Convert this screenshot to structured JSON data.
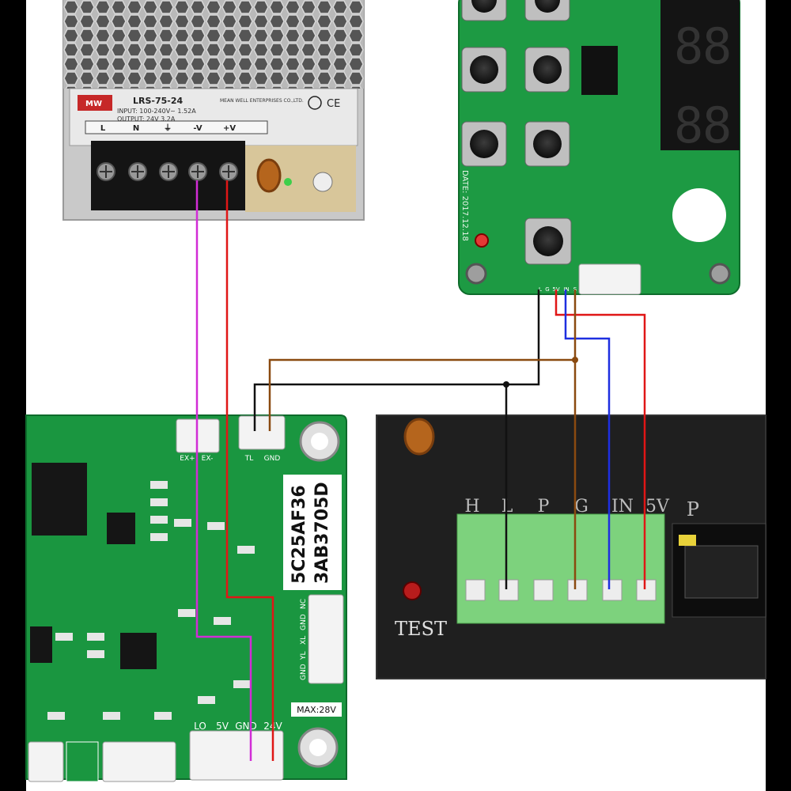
{
  "psu": {
    "model": "LRS-75-24",
    "manufacturer": "MEAN WELL ENTERPRISES CO.,LTD.",
    "input": "INPUT: 100-240V~ 1.52A",
    "output": "OUTPUT: 24V 3.2A",
    "terminals": [
      "L",
      "N",
      "⏚",
      "-V",
      "+V"
    ]
  },
  "control_board": {
    "date": "DATE: 2017.12.18",
    "pins": [
      "L",
      "G",
      "5V",
      "IN",
      "S"
    ]
  },
  "main_board": {
    "serial_line_1": "5C25AF36",
    "serial_line_2": "3AB3705D",
    "max_label": "MAX:28V",
    "ex_connector": [
      "EX+",
      "EX-"
    ],
    "tl_connector": [
      "TL",
      "GND"
    ],
    "axis_connector": [
      "GND",
      "YL",
      "XL",
      "GND",
      "NC"
    ],
    "power_connector": [
      "LO",
      "5V",
      "GND",
      "24V"
    ]
  },
  "laser_psu": {
    "terminals": [
      "H",
      "L",
      "P",
      "G",
      "IN",
      "5V"
    ],
    "port_label": "P",
    "test_label": "TEST"
  },
  "wire_colors": {
    "magenta": "#d12cd6",
    "red": "#e01616",
    "black": "#111111",
    "blue": "#1e2fe0",
    "brown": "#8a4a10"
  }
}
